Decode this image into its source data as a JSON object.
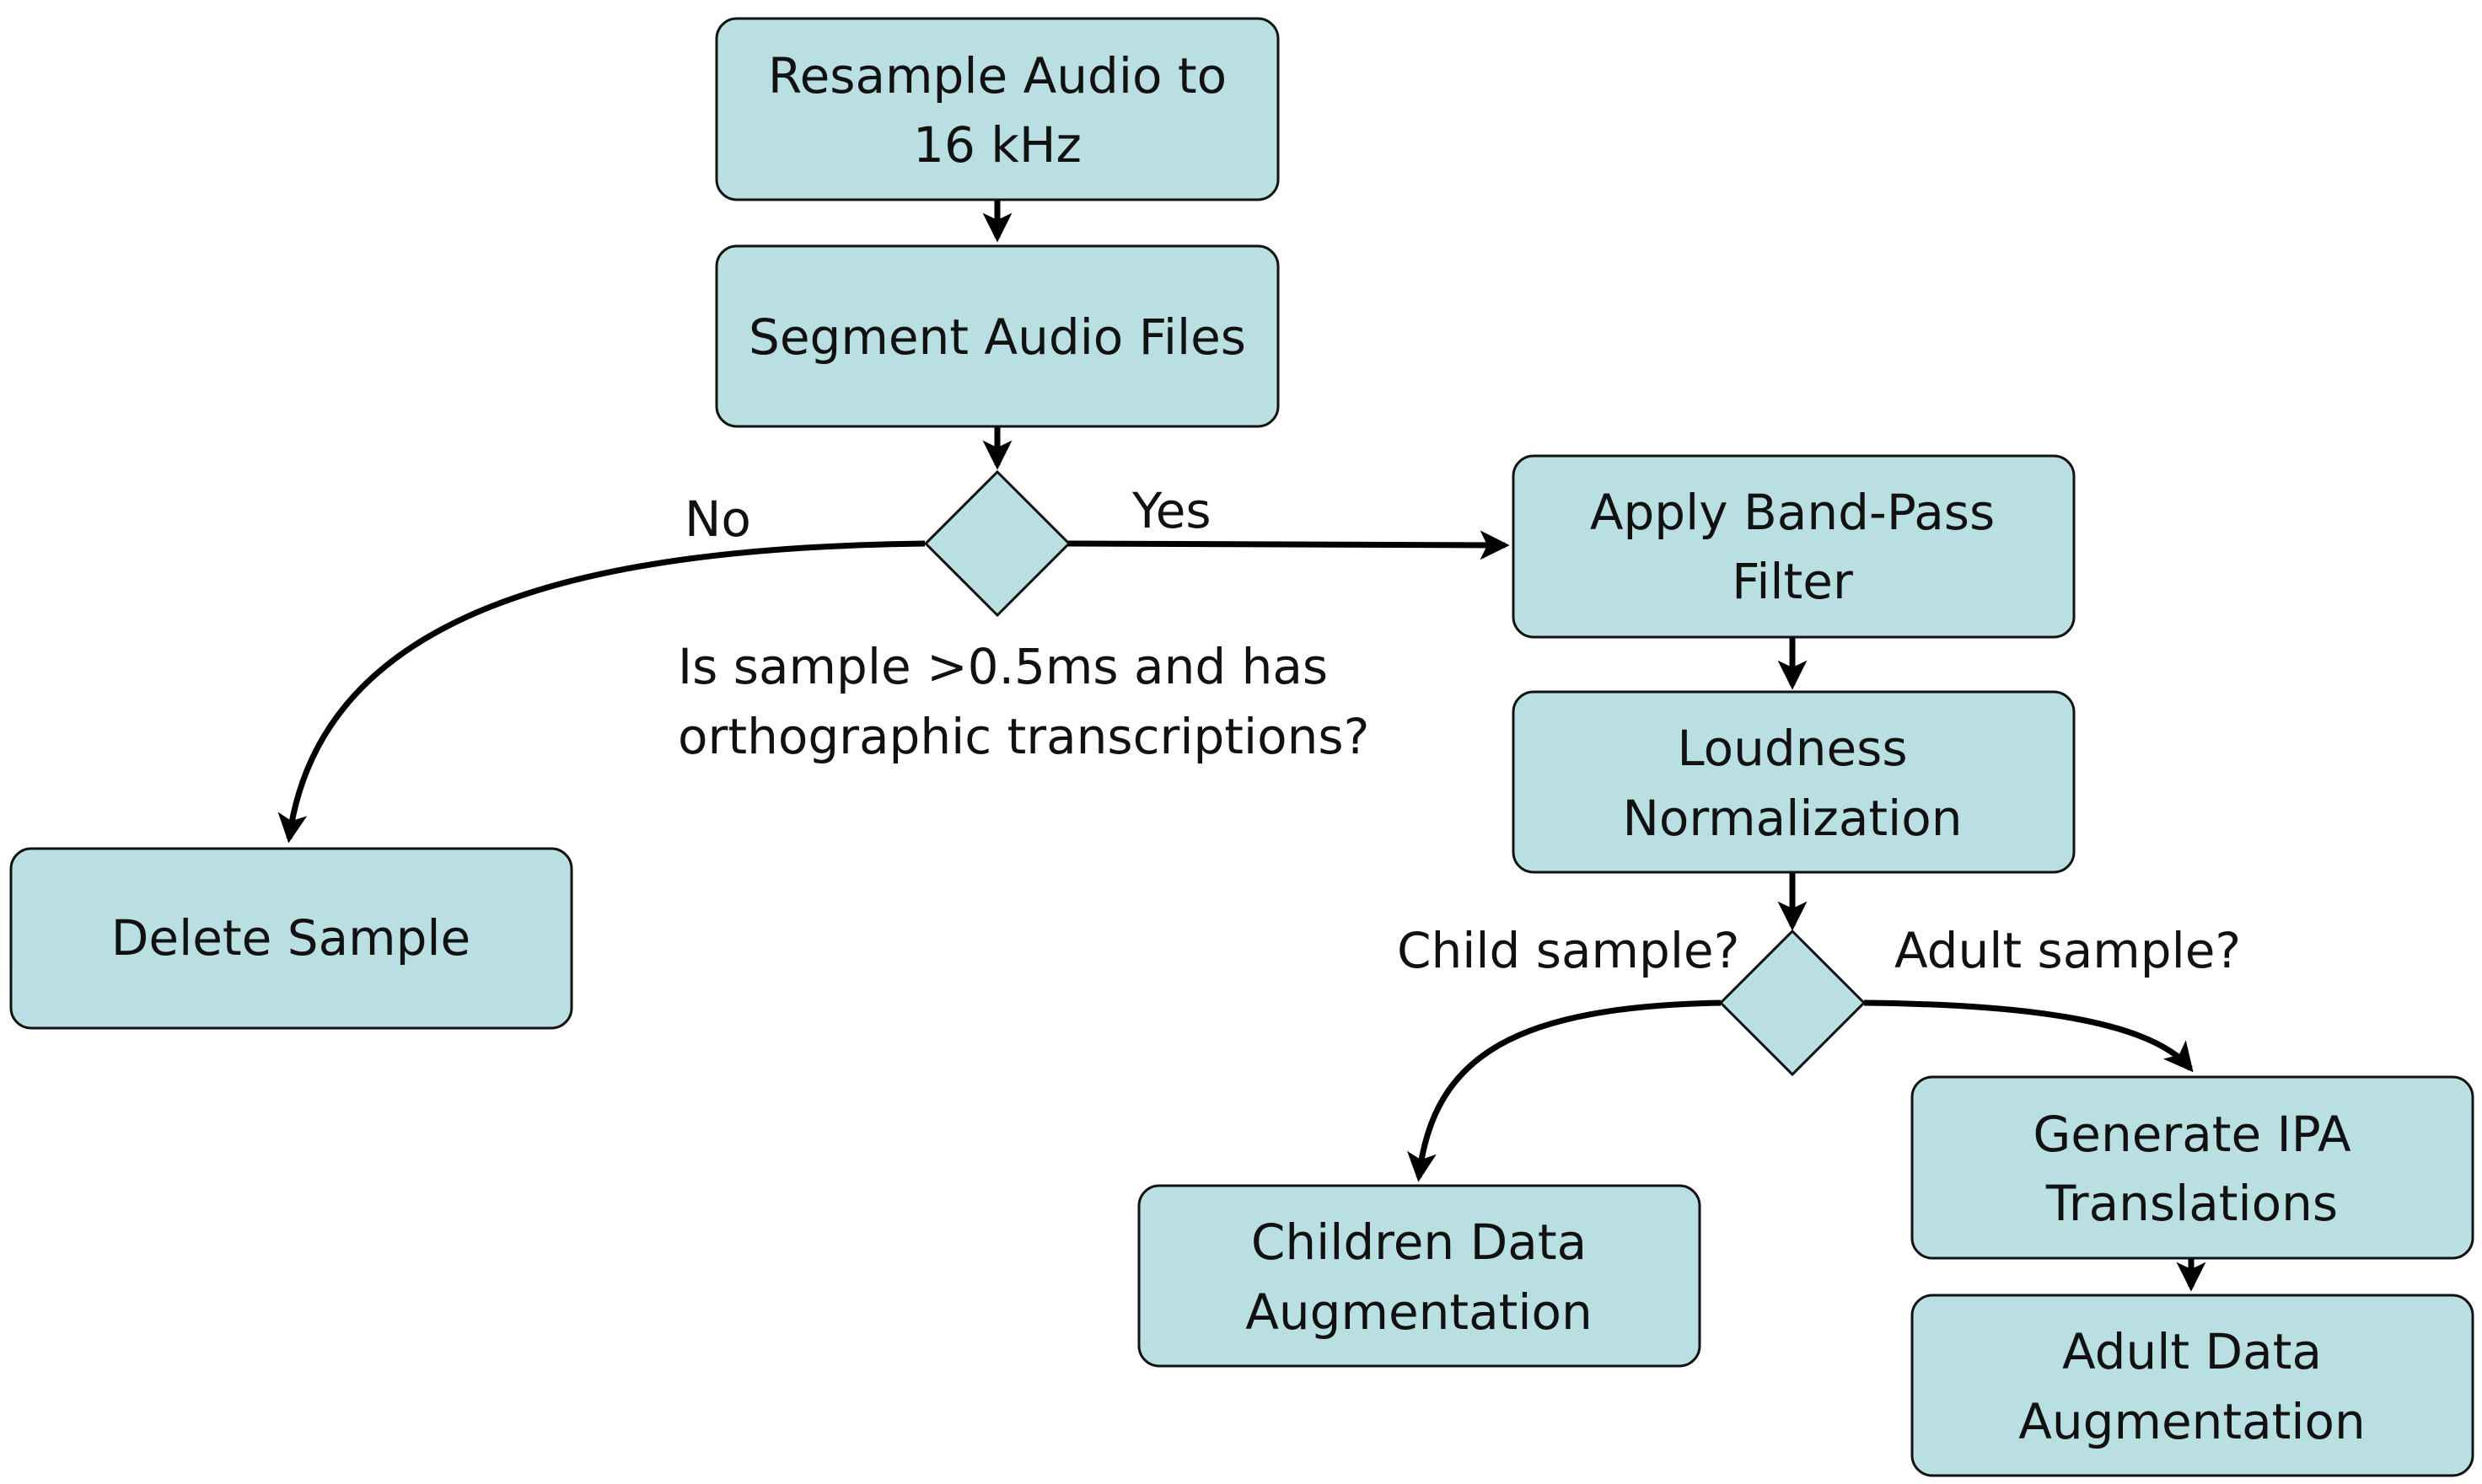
{
  "colors": {
    "node_fill": "#b9dfe2",
    "node_stroke": "#111111",
    "edge": "#000000",
    "text": "#111111",
    "background": "#ffffff"
  },
  "nodes": {
    "resample": {
      "line1": "Resample Audio to",
      "line2": "16 kHz"
    },
    "segment": {
      "line1": "Segment Audio Files"
    },
    "delete": {
      "line1": "Delete Sample"
    },
    "bandpass": {
      "line1": "Apply Band-Pass",
      "line2": "Filter"
    },
    "loudness": {
      "line1": "Loudness",
      "line2": "Normalization"
    },
    "ipa": {
      "line1": "Generate IPA",
      "line2": "Translations"
    },
    "children_aug": {
      "line1": "Children Data",
      "line2": "Augmentation"
    },
    "adult_aug": {
      "line1": "Adult Data",
      "line2": "Augmentation"
    }
  },
  "decisions": {
    "length_check": {
      "question_line1": "Is sample >0.5ms and has",
      "question_line2": "orthographic transcriptions?",
      "no_label": "No",
      "yes_label": "Yes"
    },
    "age_check": {
      "child_label": "Child sample?",
      "adult_label": "Adult sample?"
    }
  }
}
